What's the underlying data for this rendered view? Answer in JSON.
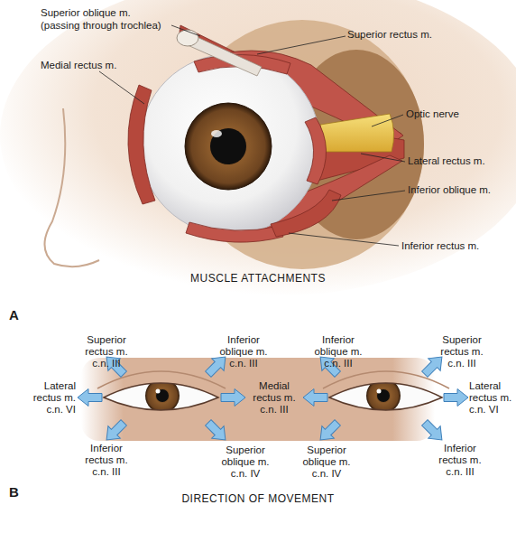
{
  "diagram": {
    "labels": [
      "Superior oblique m.",
      "(passing through trochlea)",
      "Superior rectus m.",
      "Medial rectus m.",
      "Optic nerve",
      "Lateral rectus m.",
      "Inferior oblique m.",
      "Inferior rectus m.",
      "MUSCLE ATTACHMENTS",
      "A",
      "Superior rectus m. c.n. III",
      "Inferior oblique m. c.n. III",
      "Inferior oblique m. c.n. III",
      "Superior rectus m. c.n. III",
      "Lateral rectus m. c.n. VI",
      "Medial rectus m. c.n. III",
      "Lateral rectus m. c.n. VI",
      "Inferior rectus m. c.n. III",
      "Superior oblique m. c.n. IV",
      "Superior oblique m. c.n. IV",
      "Inferior rectus m. c.n. III",
      "B",
      "DIRECTION OF MOVEMENT"
    ]
  }
}
